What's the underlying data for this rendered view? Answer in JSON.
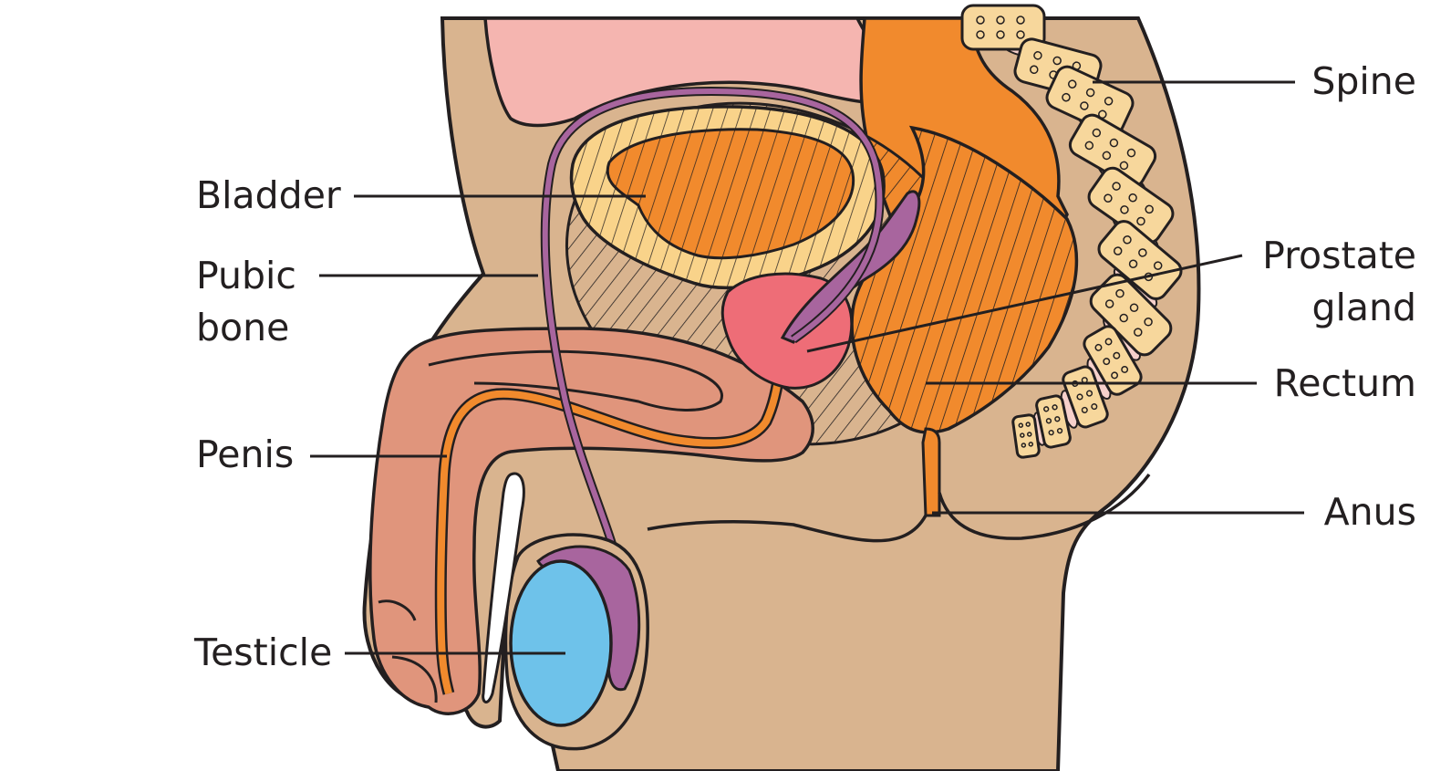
{
  "labels": {
    "bladder": "Bladder",
    "pubic_bone": [
      "Pubic",
      "bone"
    ],
    "penis": "Penis",
    "testicle": "Testicle",
    "spine": "Spine",
    "prostate_gland": [
      "Prostate",
      "gland"
    ],
    "rectum": "Rectum",
    "anus": "Anus"
  },
  "colors": {
    "skin": "#d9b48f",
    "outline": "#231f20",
    "bladder_wall": "#f9d38a",
    "urine_orange": "#f18a2d",
    "prostate": "#ee6d77",
    "seminal_vessel": "#a8659e",
    "testicle": "#6ec2ea",
    "penis_tissue": "#e0957c",
    "abdomen_pink": "#f5b5b0",
    "vertebra": "#f7d79c",
    "disc": "#f6d0cb"
  }
}
